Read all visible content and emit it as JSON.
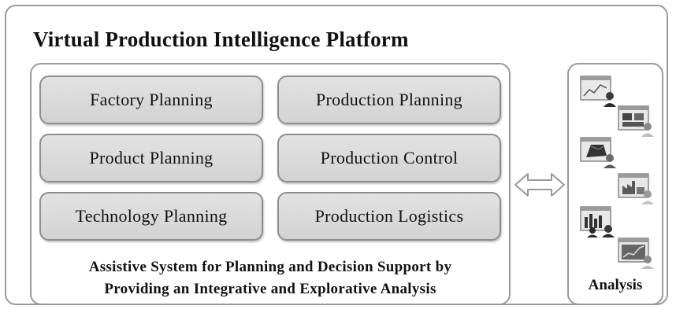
{
  "platform": {
    "title": "Virtual Production Intelligence Platform"
  },
  "modules": [
    {
      "label": "Factory Planning"
    },
    {
      "label": "Production Planning"
    },
    {
      "label": "Product Planning"
    },
    {
      "label": "Production Control"
    },
    {
      "label": "Technology Planning"
    },
    {
      "label": "Production Logistics"
    }
  ],
  "assistive_system": {
    "line1": "Assistive System for Planning and Decision Support by",
    "line2": "Providing an Integrative and Explorative Analysis"
  },
  "analysis": {
    "label": "Analysis",
    "icons": [
      "line-chart-screen-icon",
      "dashboard-screen-icon",
      "3d-model-screen-icon",
      "factory-screen-icon",
      "bar-chart-screen-icon",
      "trend-chart-screen-icon"
    ]
  },
  "connector": {
    "icon": "double-arrow-icon"
  }
}
